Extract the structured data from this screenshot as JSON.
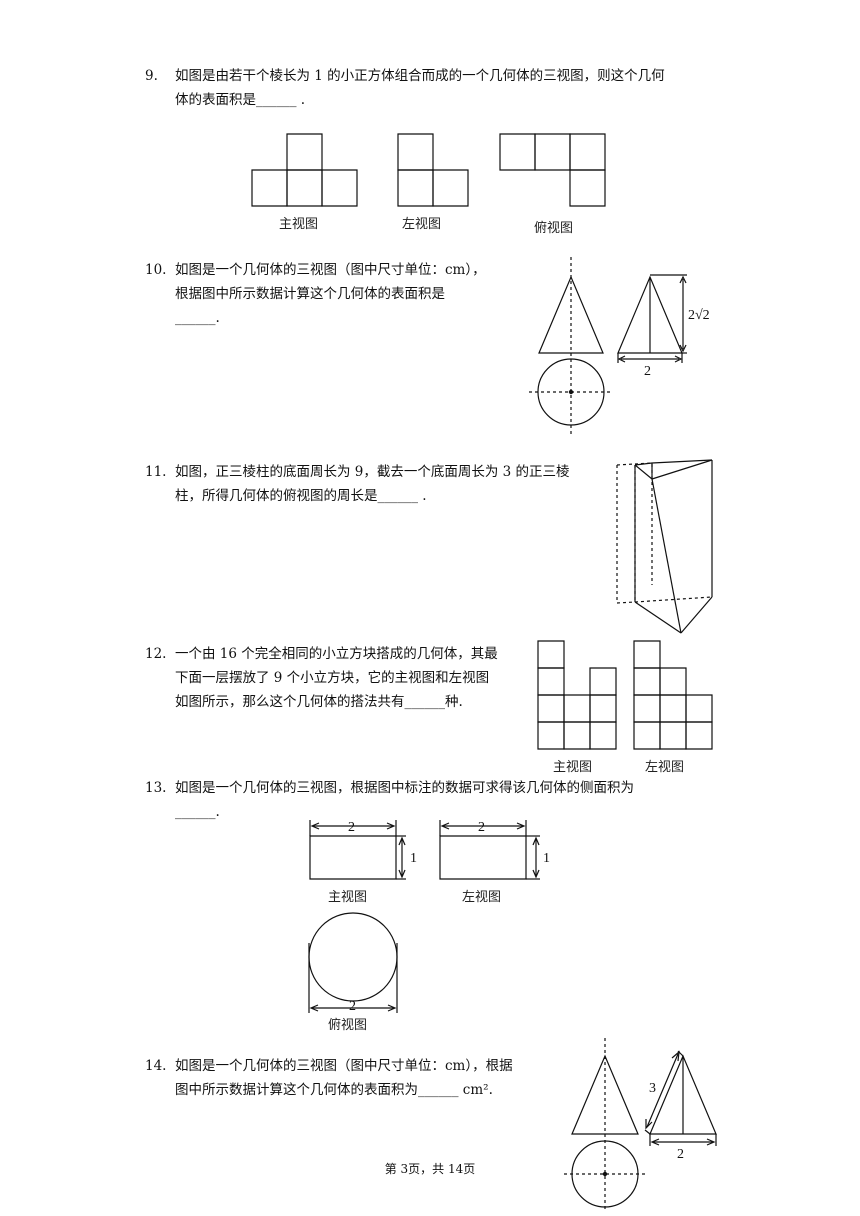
{
  "q9": {
    "num": "9.",
    "line1": "如图是由若干个棱长为 1 的小正方体组合而成的一个几何体的三视图，则这个几何",
    "line2": "体的表面积是______  .",
    "labels": [
      "主视图",
      "左视图",
      "俯视图"
    ]
  },
  "q10": {
    "num": "10.",
    "line1": "如图是一个几何体的三视图（图中尺寸单位：cm），",
    "line2": "根据图中所示数据计算这个几何体的表面积是",
    "line3": "______.",
    "dim_height": "2√2",
    "dim_base": "2"
  },
  "q11": {
    "num": "11.",
    "line1": "如图，正三棱柱的底面周长为 9，截去一个底面周长为 3 的正三棱",
    "line2": "柱，所得几何体的俯视图的周长是______  ."
  },
  "q12": {
    "num": "12.",
    "line1": "一个由 16 个完全相同的小立方块搭成的几何体，其最",
    "line2": "下面一层摆放了 9 个小立方块，它的主视图和左视图",
    "line3": "如图所示，那么这个几何体的搭法共有______种.",
    "labels": [
      "主视图",
      "左视图"
    ]
  },
  "q13": {
    "num": "13.",
    "line1": "如图是一个几何体的三视图，根据图中标注的数据可求得该几何体的侧面积为",
    "line2": "______.",
    "labels": [
      "主视图",
      "左视图",
      "俯视图"
    ],
    "dims": [
      "2",
      "1",
      "2",
      "1",
      "2"
    ]
  },
  "q14": {
    "num": "14.",
    "line1": "如图是一个几何体的三视图（图中尺寸单位：cm），根据",
    "line2": "图中所示数据计算这个几何体的表面积为______  cm².",
    "dim_slant": "3",
    "dim_base": "2"
  },
  "footer": "第 3页，共 14页"
}
